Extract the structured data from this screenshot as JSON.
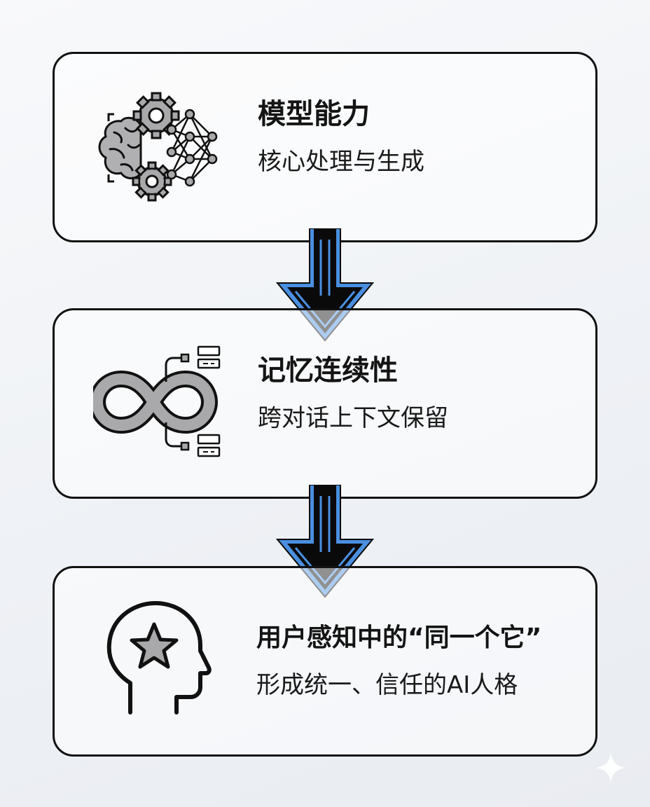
{
  "steps": [
    {
      "title": "模型能力",
      "subtitle": "核心处理与生成",
      "icon": "brain-network-gears-icon"
    },
    {
      "title": "记忆连续性",
      "subtitle": "跨对话上下文保留",
      "icon": "infinity-memory-icon"
    },
    {
      "title": "用户感知中的“同一个它”",
      "subtitle": "形成统一、信任的AI人格",
      "icon": "head-star-icon"
    }
  ],
  "colors": {
    "border": "#111111",
    "arrow_fill": "#0a0a0a",
    "arrow_accent": "#4a8fe0",
    "icon_gray": "#a9a9ab"
  }
}
